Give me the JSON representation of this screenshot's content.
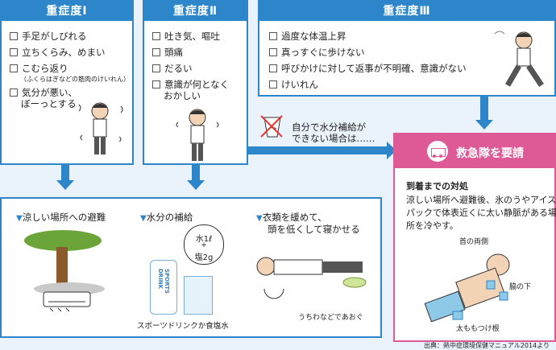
{
  "level1": {
    "title": "重症度Ⅰ",
    "items": [
      "手足がしびれる",
      "立ちくらみ、めまい",
      "こむら返り",
      "気分が悪い、"
    ],
    "item3_note": "（ふくらはぎなどの筋肉のけいれん）",
    "item4_line2": "ぼーっとする"
  },
  "level2": {
    "title": "重症度Ⅱ",
    "items": [
      "吐き気、嘔吐",
      "頭痛",
      "だるい",
      "意識が何となく"
    ],
    "item4_line2": "おかしい"
  },
  "level3": {
    "title": "重症度Ⅲ",
    "items": [
      "過度な体温上昇",
      "真っすぐに歩けない",
      "呼びかけに対して返事が不明確、意識がない",
      "けいれん"
    ]
  },
  "no_water": {
    "line1": "自分で水分補給が",
    "line2": "できない場合は……"
  },
  "ambulance": {
    "title": "救急隊を要請",
    "subtitle": "到着までの対処",
    "text": [
      "涼しい場所へ避難後、氷のうやアイス",
      "パックで体表近くに太い静脈がある場",
      "所を冷やす。"
    ],
    "labels": {
      "armpit_top": "首の両側",
      "armpit": "脇の下",
      "thigh": "太ももつけ根"
    }
  },
  "actions": {
    "a1": "涼しい場所への避難",
    "a2": "水分の補給",
    "a3_line1": "衣類を緩めて、",
    "a3_line2": "頭を低くして寝かせる",
    "bubble_line1": "水1ℓ",
    "bubble_plus": "+",
    "bubble_line2": "塩2g",
    "bottle_text": "SPORTS DRINK",
    "drink_caption": "スポーツドリンクか食塩水",
    "fan_caption": "うちわなどであおぐ"
  },
  "source": "出典：熱中症環境保健マニュアル2014より",
  "colors": {
    "blue": "#2c86c9",
    "pink": "#de5a97",
    "bg": "#eaf3fb"
  }
}
